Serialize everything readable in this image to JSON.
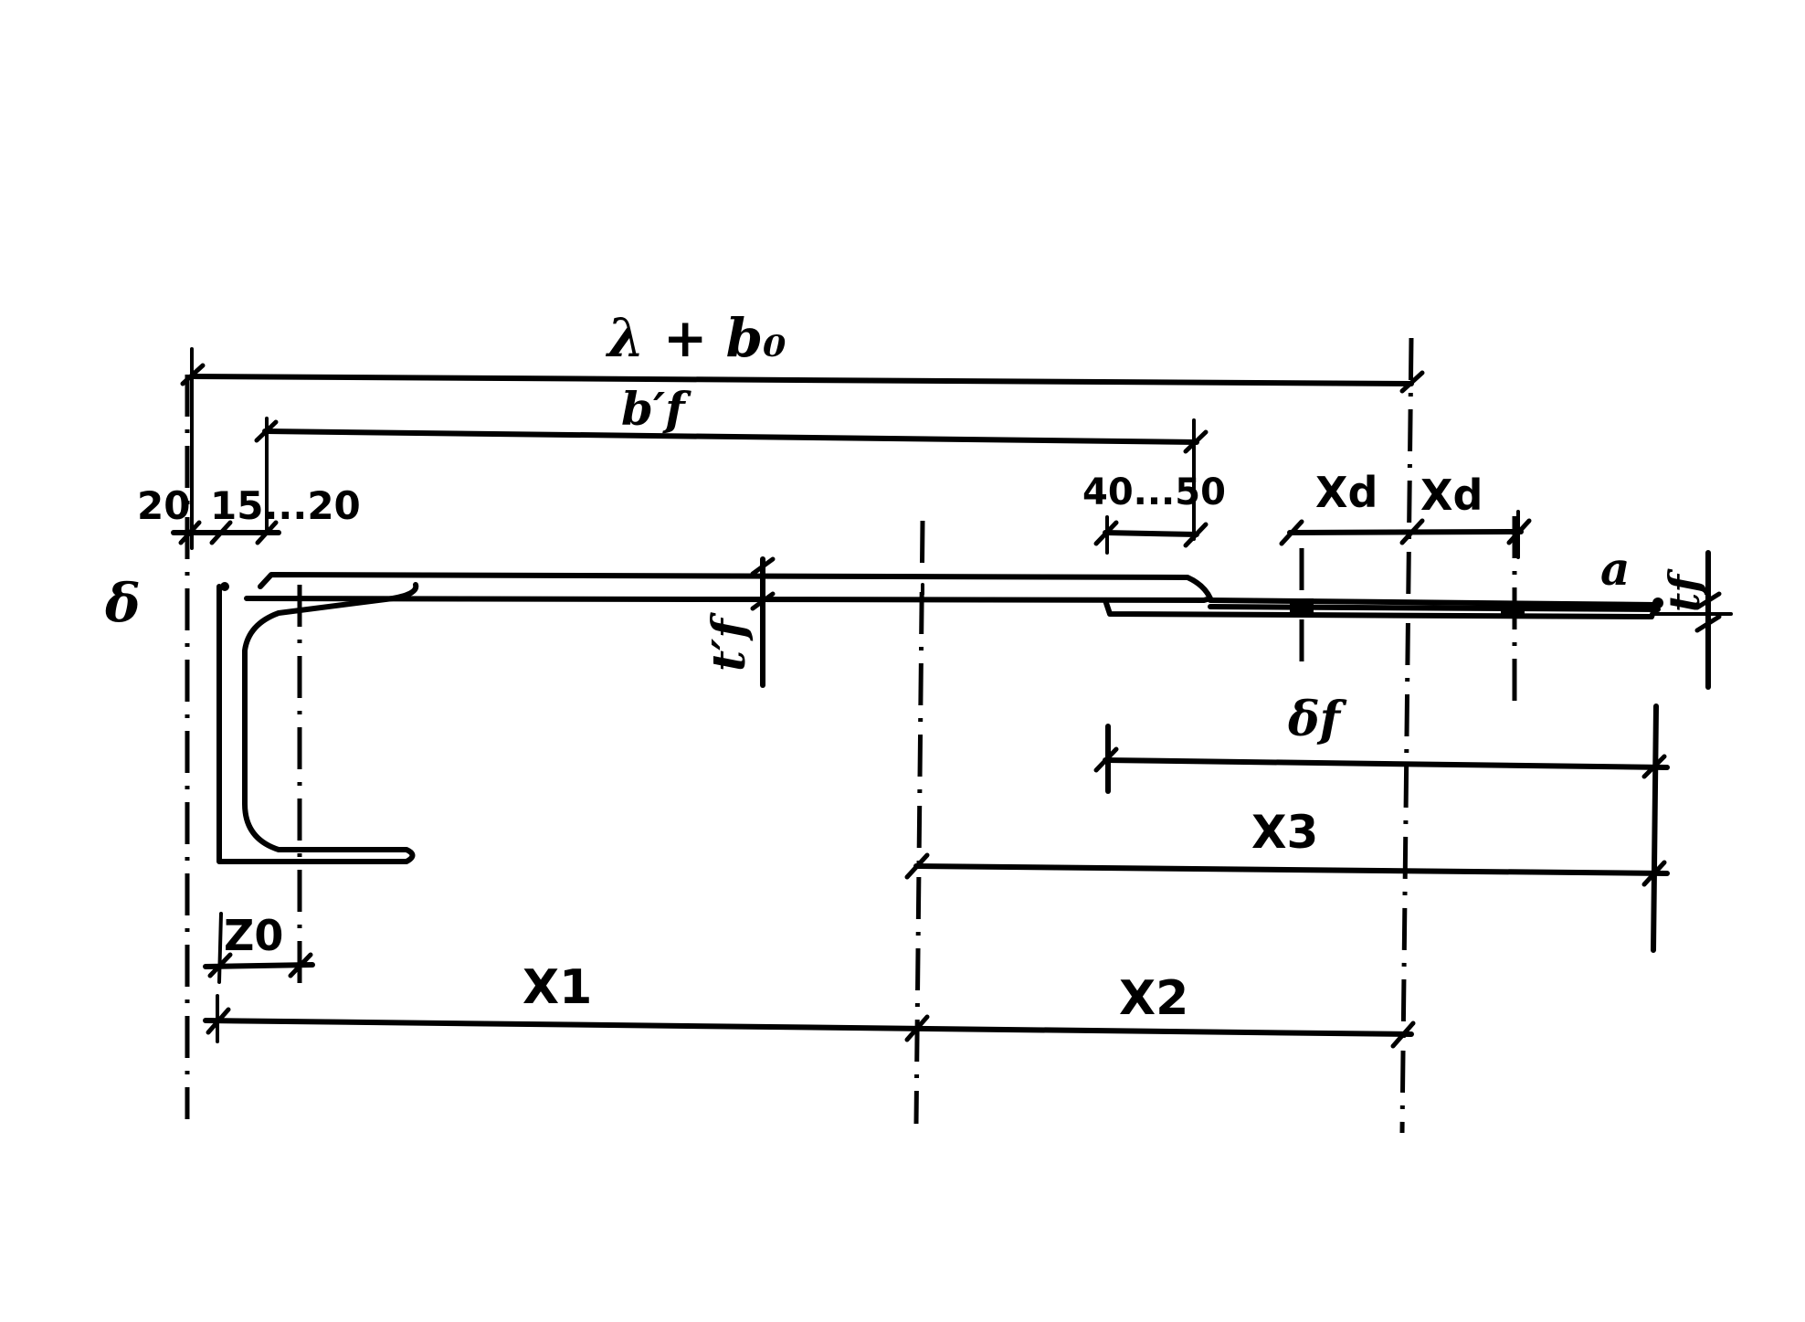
{
  "labels": {
    "overall_width": "λ + b₀",
    "flange_width": "b′f",
    "edge_20_left": "20",
    "edge_15_20": "15...20",
    "overlap_40_50": "40...50",
    "bolt_pitch_1": "Xd",
    "bolt_pitch_2": "Xd",
    "delta": "δ",
    "flange_thickness_1": "t′f",
    "flange_thickness_2": "tf",
    "weld_a": "a",
    "plate_width_f": "δf",
    "x3": "X3",
    "z0": "Z0",
    "x1": "X1",
    "x2": "X2"
  }
}
